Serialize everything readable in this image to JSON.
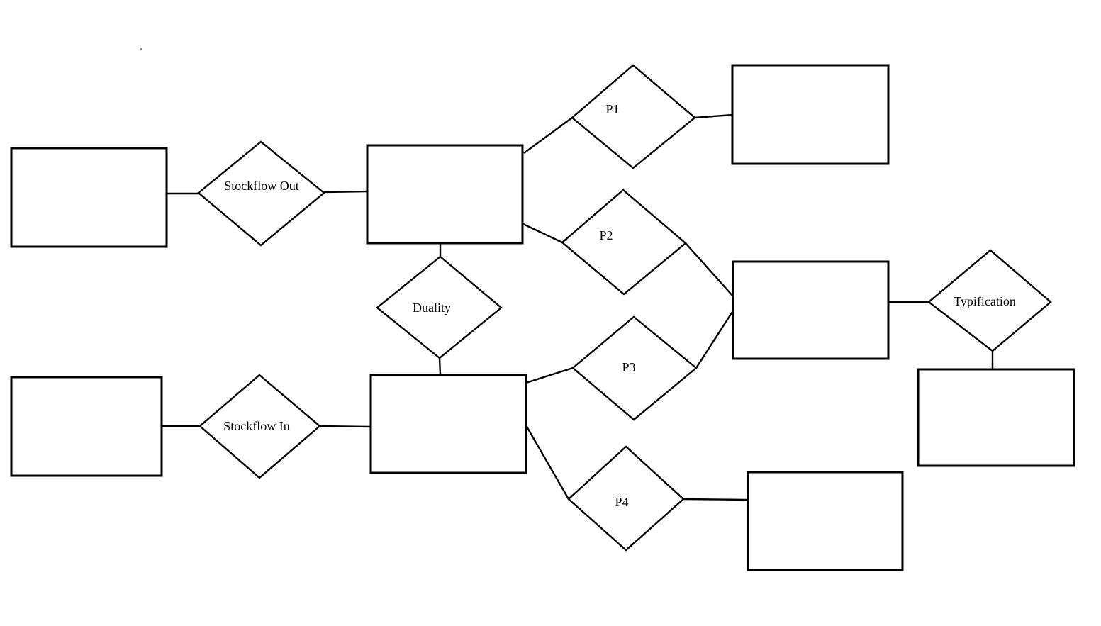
{
  "diagram": {
    "kind": "entity-relationship-diagram",
    "background_color": "#ffffff",
    "stroke_color": "#000000",
    "stray_dot_color": "#8a8a8a",
    "entities": [
      {
        "id": "entity-top-left",
        "label": ""
      },
      {
        "id": "entity-center-top",
        "label": ""
      },
      {
        "id": "entity-top-right",
        "label": ""
      },
      {
        "id": "entity-right-middle",
        "label": ""
      },
      {
        "id": "entity-bottom-left",
        "label": ""
      },
      {
        "id": "entity-center-bottom",
        "label": ""
      },
      {
        "id": "entity-bottom-right",
        "label": ""
      },
      {
        "id": "entity-typified",
        "label": ""
      }
    ],
    "relationships": [
      {
        "id": "stockflow-out",
        "label": "Stockflow Out"
      },
      {
        "id": "p1",
        "label": "P1"
      },
      {
        "id": "p2",
        "label": "P2"
      },
      {
        "id": "duality",
        "label": "Duality"
      },
      {
        "id": "p3",
        "label": "P3"
      },
      {
        "id": "stockflow-in",
        "label": "Stockflow In"
      },
      {
        "id": "p4",
        "label": "P4"
      },
      {
        "id": "typification",
        "label": "Typification"
      }
    ]
  }
}
